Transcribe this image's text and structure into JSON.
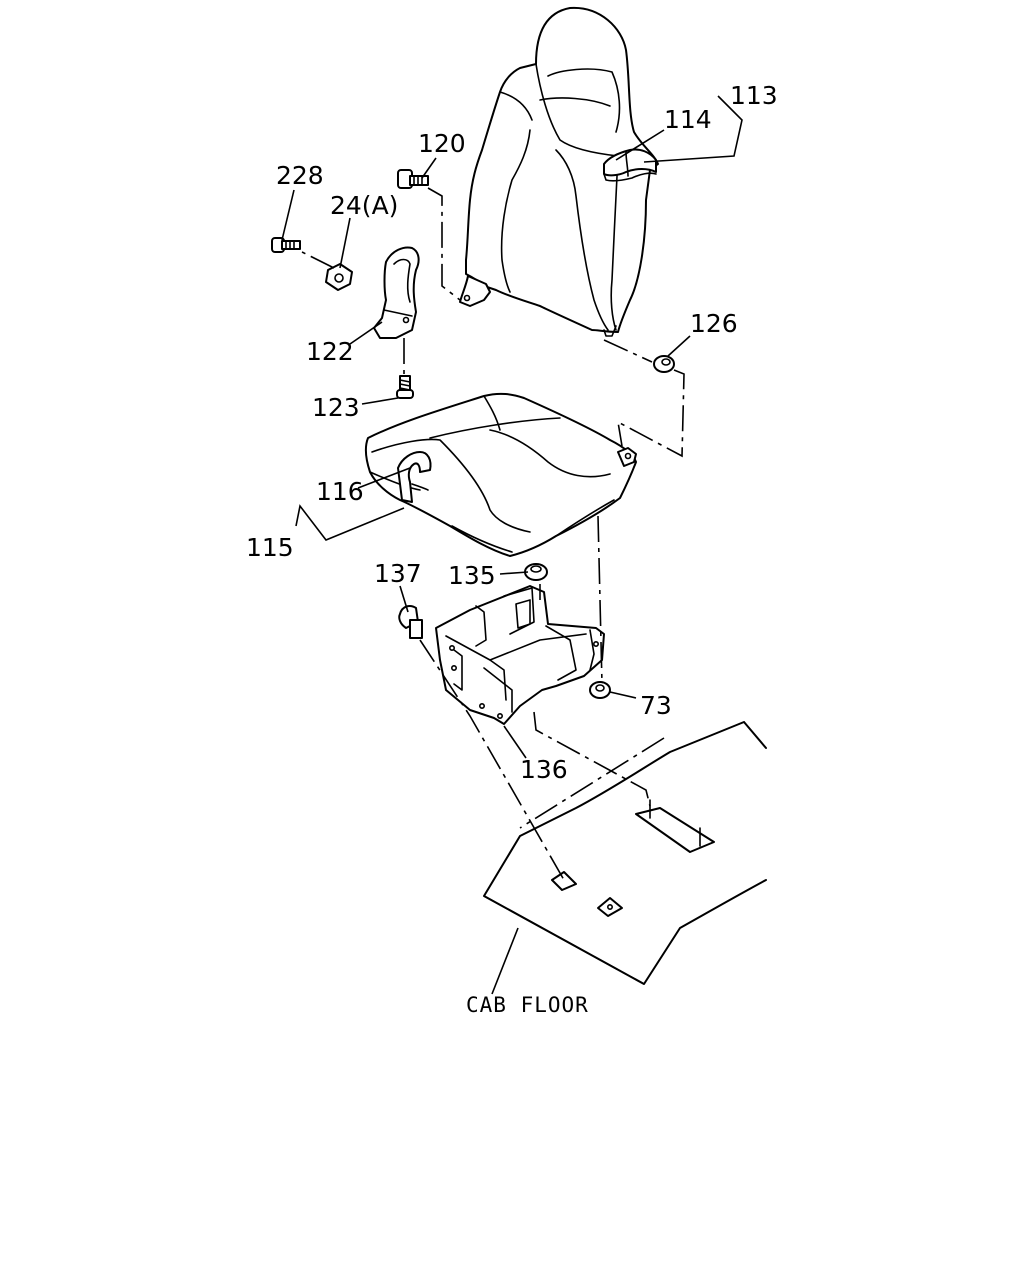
{
  "diagram": {
    "callouts": {
      "p113": "113",
      "p114": "114",
      "p120": "120",
      "p228": "228",
      "p24a": "24(A)",
      "p122": "122",
      "p123": "123",
      "p126": "126",
      "p116": "116",
      "p115": "115",
      "p137": "137",
      "p135": "135",
      "p73": "73",
      "p136": "136"
    },
    "labels": {
      "cab_floor": "CAB FLOOR"
    }
  }
}
